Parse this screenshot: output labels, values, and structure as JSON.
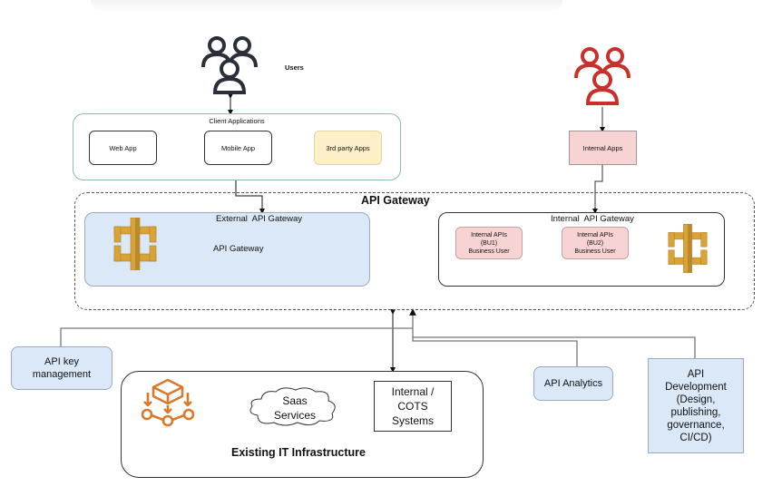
{
  "diagram": {
    "title": "API Gateway",
    "actors": {
      "external_users": {
        "label": "Users",
        "icon": "users-group-icon",
        "color": "#2b2f3a"
      },
      "internal_users": {
        "label": "",
        "icon": "users-group-icon",
        "color": "#c9302c"
      }
    },
    "client_applications": {
      "title": "Client Applications",
      "items": [
        {
          "label": "Web App"
        },
        {
          "label": "Mobile App"
        },
        {
          "label": "3rd party Apps"
        }
      ]
    },
    "internal_apps": {
      "label": "Internal Apps"
    },
    "external_gateway": {
      "title": "External  API Gateway",
      "subtitle": "API Gateway",
      "icon": "aws-api-gateway-icon"
    },
    "internal_gateway": {
      "title": "Internal  API Gateway",
      "items": [
        {
          "line1": "Internal APIs",
          "line2": "(BU1)",
          "line3": "Business User"
        },
        {
          "line1": "Internal APIs",
          "line2": "(BU2)",
          "line3": "Business User"
        }
      ],
      "icon": "aws-api-gateway-icon"
    },
    "side_services": {
      "api_key": {
        "line1": "API key",
        "line2": "management"
      },
      "analytics": {
        "label": "API Analytics"
      },
      "development": {
        "line1": "API",
        "line2": "Development",
        "line3": "(Design,",
        "line4": "publishing,",
        "line5": "governance,",
        "line6": "CI/CD)"
      }
    },
    "infrastructure": {
      "title": "Existing IT Infrastructure",
      "saas": {
        "line1": "Saas",
        "line2": "Services"
      },
      "cots": {
        "line1": "Internal /",
        "line2": "COTS",
        "line3": "Systems"
      },
      "icon": "distribution-icon"
    },
    "colors": {
      "gateway_gold": "#d9a33a",
      "infra_orange": "#d9792b",
      "light_blue": "#dbe8f8",
      "light_red": "#f7d3d3",
      "light_yellow": "#fdf0c8",
      "user_red": "#c9302c"
    }
  }
}
